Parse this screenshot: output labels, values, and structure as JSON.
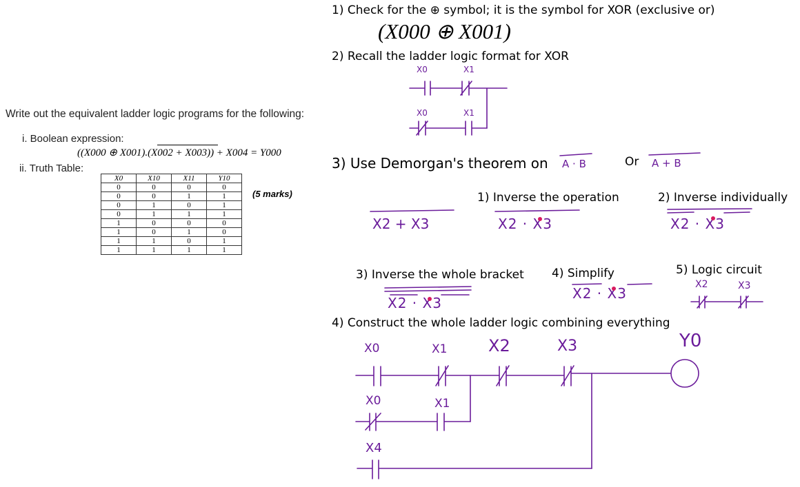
{
  "question": {
    "prompt": "Write out the equivalent ladder logic programs for the following:",
    "item_i_label": "i.  Boolean expression:",
    "expression": "((X000 ⊕ X001).(X002 + X003)) + X004 = Y000",
    "item_ii_label": "ii.  Truth Table:",
    "marks": "(5 marks)",
    "truth_table": {
      "headers": [
        "X0",
        "X10",
        "X11",
        "Y10"
      ],
      "rows": [
        [
          "0",
          "0",
          "0",
          "0"
        ],
        [
          "0",
          "0",
          "1",
          "1"
        ],
        [
          "0",
          "1",
          "0",
          "1"
        ],
        [
          "0",
          "1",
          "1",
          "1"
        ],
        [
          "1",
          "0",
          "0",
          "0"
        ],
        [
          "1",
          "0",
          "1",
          "0"
        ],
        [
          "1",
          "1",
          "0",
          "1"
        ],
        [
          "1",
          "1",
          "1",
          "1"
        ]
      ]
    }
  },
  "solution": {
    "step1": "1)   Check for the ⊕ symbol; it is the symbol for XOR (exclusive or)",
    "step1_expr": "(X000 ⊕ X001)",
    "step2": "2)   Recall the ladder logic format for XOR",
    "step3": "3)   Use Demorgan's theorem on",
    "step3_a_b": "A · B",
    "step3_or": "Or",
    "step3_a_plus_b": "A + B",
    "sub1": "1)   Inverse the operation",
    "sub2": "2)   Inverse individually",
    "sub3": "3)   Inverse the whole bracket",
    "sub4": "4)   Simplify",
    "sub5": "5)   Logic circuit",
    "step4": "4)   Construct the whole ladder logic combining everything",
    "hand": {
      "x0": "X0",
      "x1": "X1",
      "x2": "X2",
      "x3": "X3",
      "x4": "X4",
      "y0": "Y0",
      "x2_plus_x3": "X2 + X3",
      "x2_dot_x3": "X2 · X3"
    }
  }
}
